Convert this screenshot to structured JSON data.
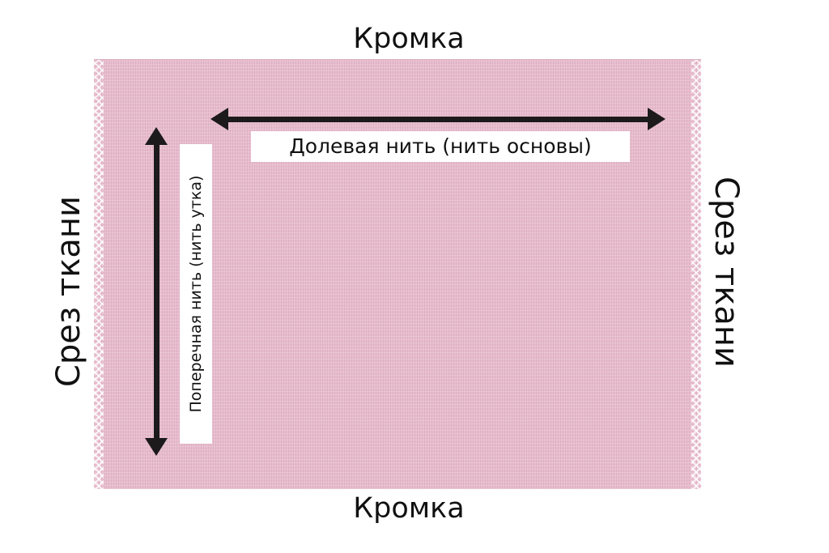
{
  "labels": {
    "top_edge": "Кромка",
    "bottom_edge": "Кромка",
    "left_edge": "Срез ткани",
    "right_edge": "Срез ткани",
    "lengthwise_grain": "Долевая нить (нить основы)",
    "crosswise_grain": "Поперечная нить (нить утка)"
  },
  "colors": {
    "fabric": "#e8bccd",
    "arrow": "#1c1a1b"
  }
}
